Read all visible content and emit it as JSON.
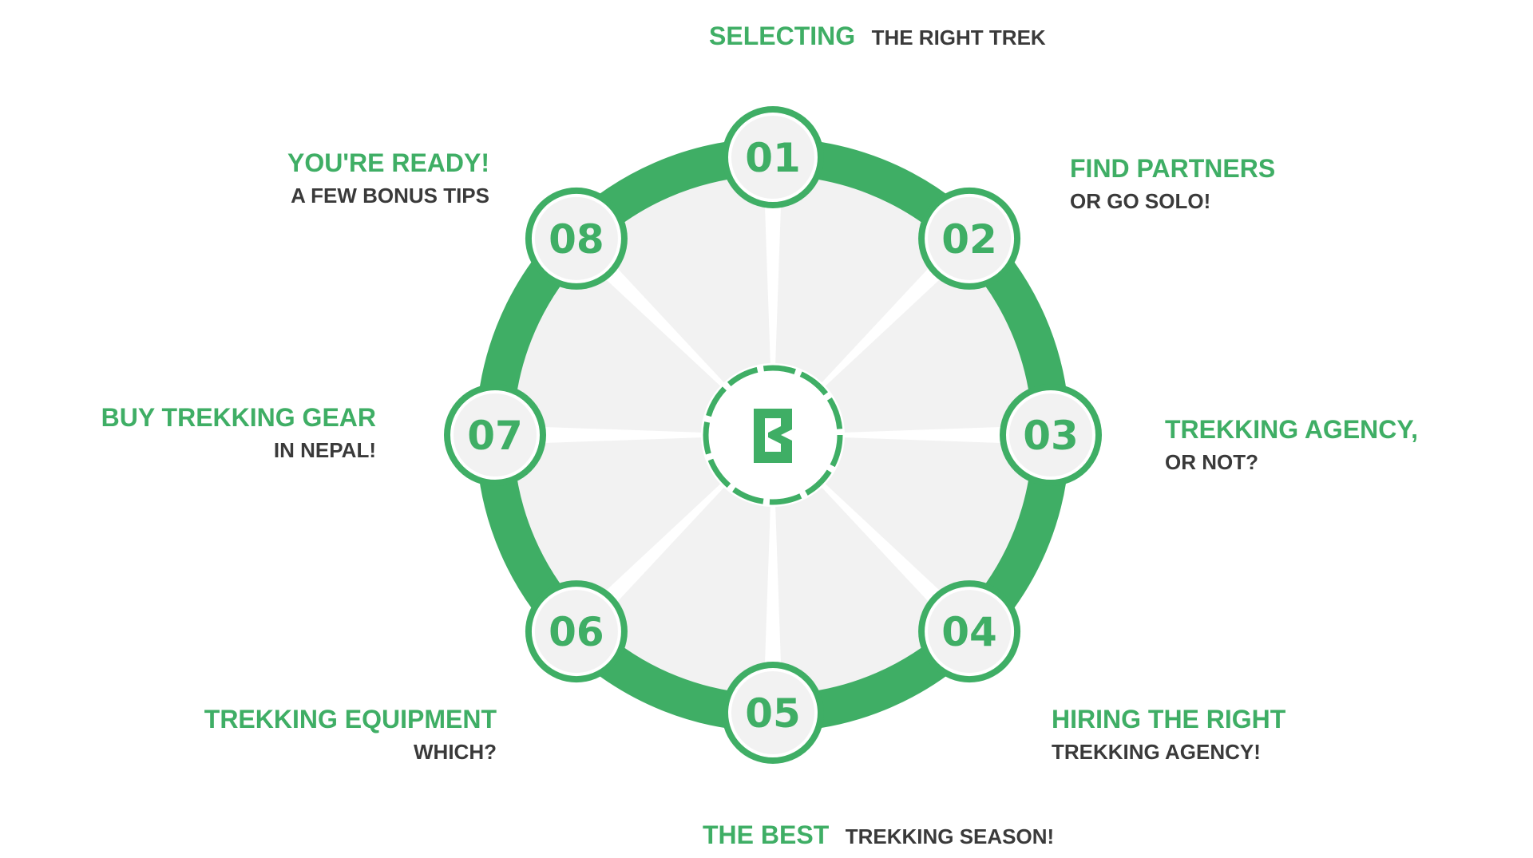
{
  "colors": {
    "accent": "#3fae65",
    "segment_fill": "#f2f2f2",
    "text_dark": "#3a3a3a",
    "background": "#ffffff"
  },
  "center_logo": {
    "icon": "b-logo-icon"
  },
  "steps": [
    {
      "number": "01",
      "title": "SELECTING",
      "subtitle": "THE RIGHT TREK"
    },
    {
      "number": "02",
      "title": "FIND PARTNERS",
      "subtitle": "OR GO SOLO!"
    },
    {
      "number": "03",
      "title": "TREKKING AGENCY,",
      "subtitle": "OR NOT?"
    },
    {
      "number": "04",
      "title": "HIRING THE RIGHT",
      "subtitle": "TREKKING AGENCY!"
    },
    {
      "number": "05",
      "title": "THE BEST",
      "subtitle": "TREKKING SEASON!"
    },
    {
      "number": "06",
      "title": "TREKKING EQUIPMENT",
      "subtitle": "WHICH?"
    },
    {
      "number": "07",
      "title": "BUY TREKKING GEAR",
      "subtitle": "IN NEPAL!"
    },
    {
      "number": "08",
      "title": "YOU'RE READY!",
      "subtitle": "A FEW BONUS TIPS"
    }
  ]
}
